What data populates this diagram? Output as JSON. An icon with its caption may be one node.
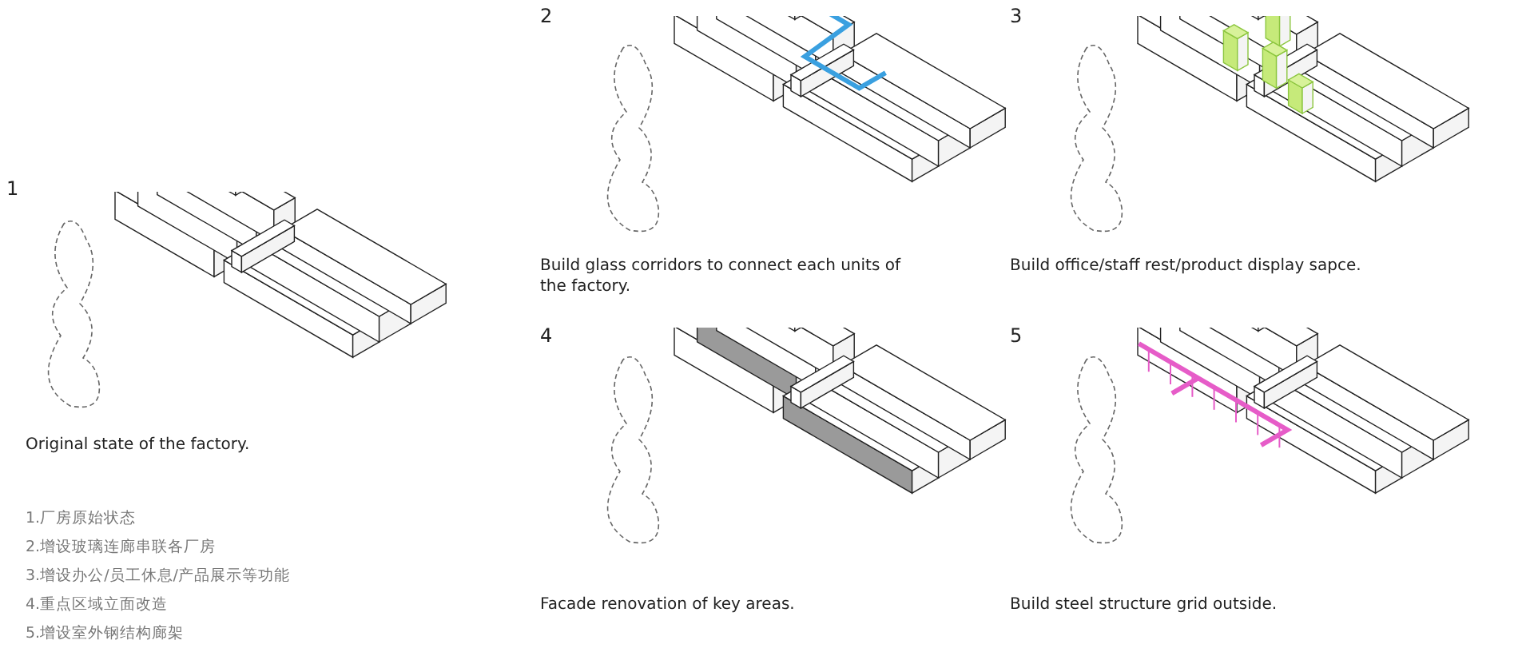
{
  "diagram": {
    "labels": [
      "1",
      "Original state of the factory.",
      "1.厂房原始状态",
      "2.增设玻璃连廊串联各厂房",
      "3.增设办公/员工休息/产品展示等功能",
      "4.重点区域立面改造",
      "5.增设室外钢结构廊架",
      "2",
      "Build glass corridors to connect each units of the factory.",
      "3",
      "Build office/staff rest/product display sapce.",
      "4",
      "Facade renovation of key areas.",
      "5",
      "Build steel structure grid outside."
    ]
  }
}
